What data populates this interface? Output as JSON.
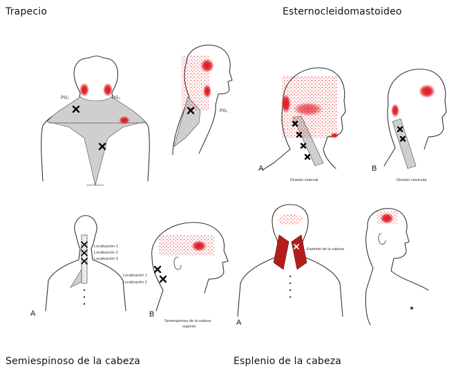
{
  "sections": {
    "trapecio": {
      "title": "Trapecio",
      "labels": {
        "pg1": "PG₁",
        "pg2": "PG₂",
        "pg_side": "PG₁"
      }
    },
    "esternocleidomastoideo": {
      "title": "Esternocleidomastoideo",
      "panel_a": {
        "letter": "A",
        "caption": "División esternal"
      },
      "panel_b": {
        "letter": "B",
        "caption": "División clavicular"
      }
    },
    "semiespinoso": {
      "title": "Semiespinoso de la cabeza",
      "panel_a": {
        "letter": "A",
        "labels": [
          "Localización 1",
          "Localización 2",
          "Localización 3"
        ]
      },
      "panel_b": {
        "letter": "B",
        "labels": [
          "Localización 1",
          "Localización 2"
        ],
        "caption_line1": "Semiespinoso de la cabeza",
        "caption_line2": "superior"
      }
    },
    "esplenio": {
      "title": "Esplenio de la cabeza",
      "panel_a": {
        "letter": "A",
        "label": "Esplenio de la cabeza"
      }
    }
  },
  "colors": {
    "pain": "#e0141b",
    "pain_light": "#f08a8a",
    "muscle_red": "#b71c1c",
    "outline": "#333333"
  }
}
